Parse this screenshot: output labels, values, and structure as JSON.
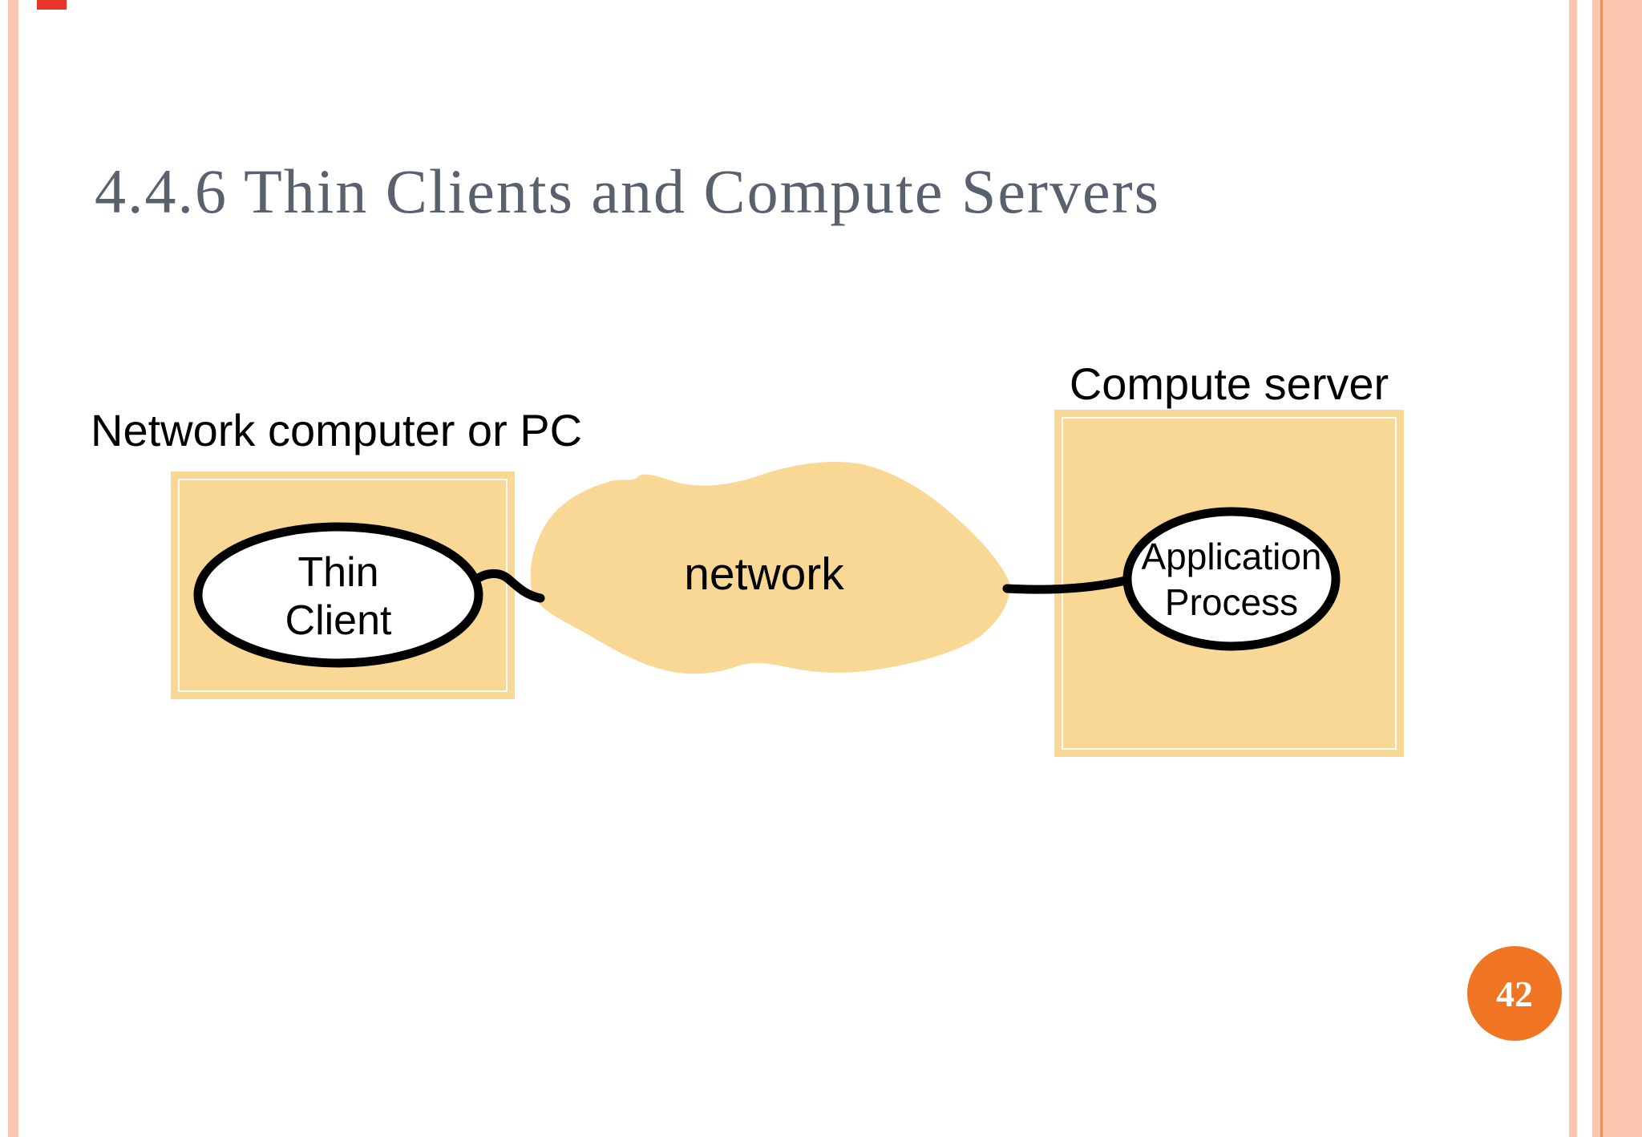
{
  "slide": {
    "title": "4.4.6 Thin Clients and Compute Servers",
    "page_number": "42"
  },
  "diagram": {
    "client_box_label": "Network computer or PC",
    "server_box_label": "Compute server",
    "client_node": {
      "line1": "Thin",
      "line2": "Client"
    },
    "network_label": "network",
    "server_node": {
      "line1": "Application",
      "line2": "Process"
    },
    "icons": {
      "network_cloud": "cloud-blob-icon",
      "client_node_shape": "ellipse-node",
      "server_node_shape": "ellipse-node"
    }
  },
  "colors": {
    "title_text": "#59616f",
    "label_text": "#000000",
    "box_fill": "#f9d794",
    "cloud_fill": "#f9d794",
    "node_fill": "#ffffff",
    "node_stroke": "#000000",
    "stripe_salmon": "#fbc7b0",
    "stripe_dark_orange": "#f08f5e",
    "page_badge_fill": "#ef7522",
    "page_badge_text": "#ffffff",
    "corner_mark_red": "#e9342b"
  }
}
